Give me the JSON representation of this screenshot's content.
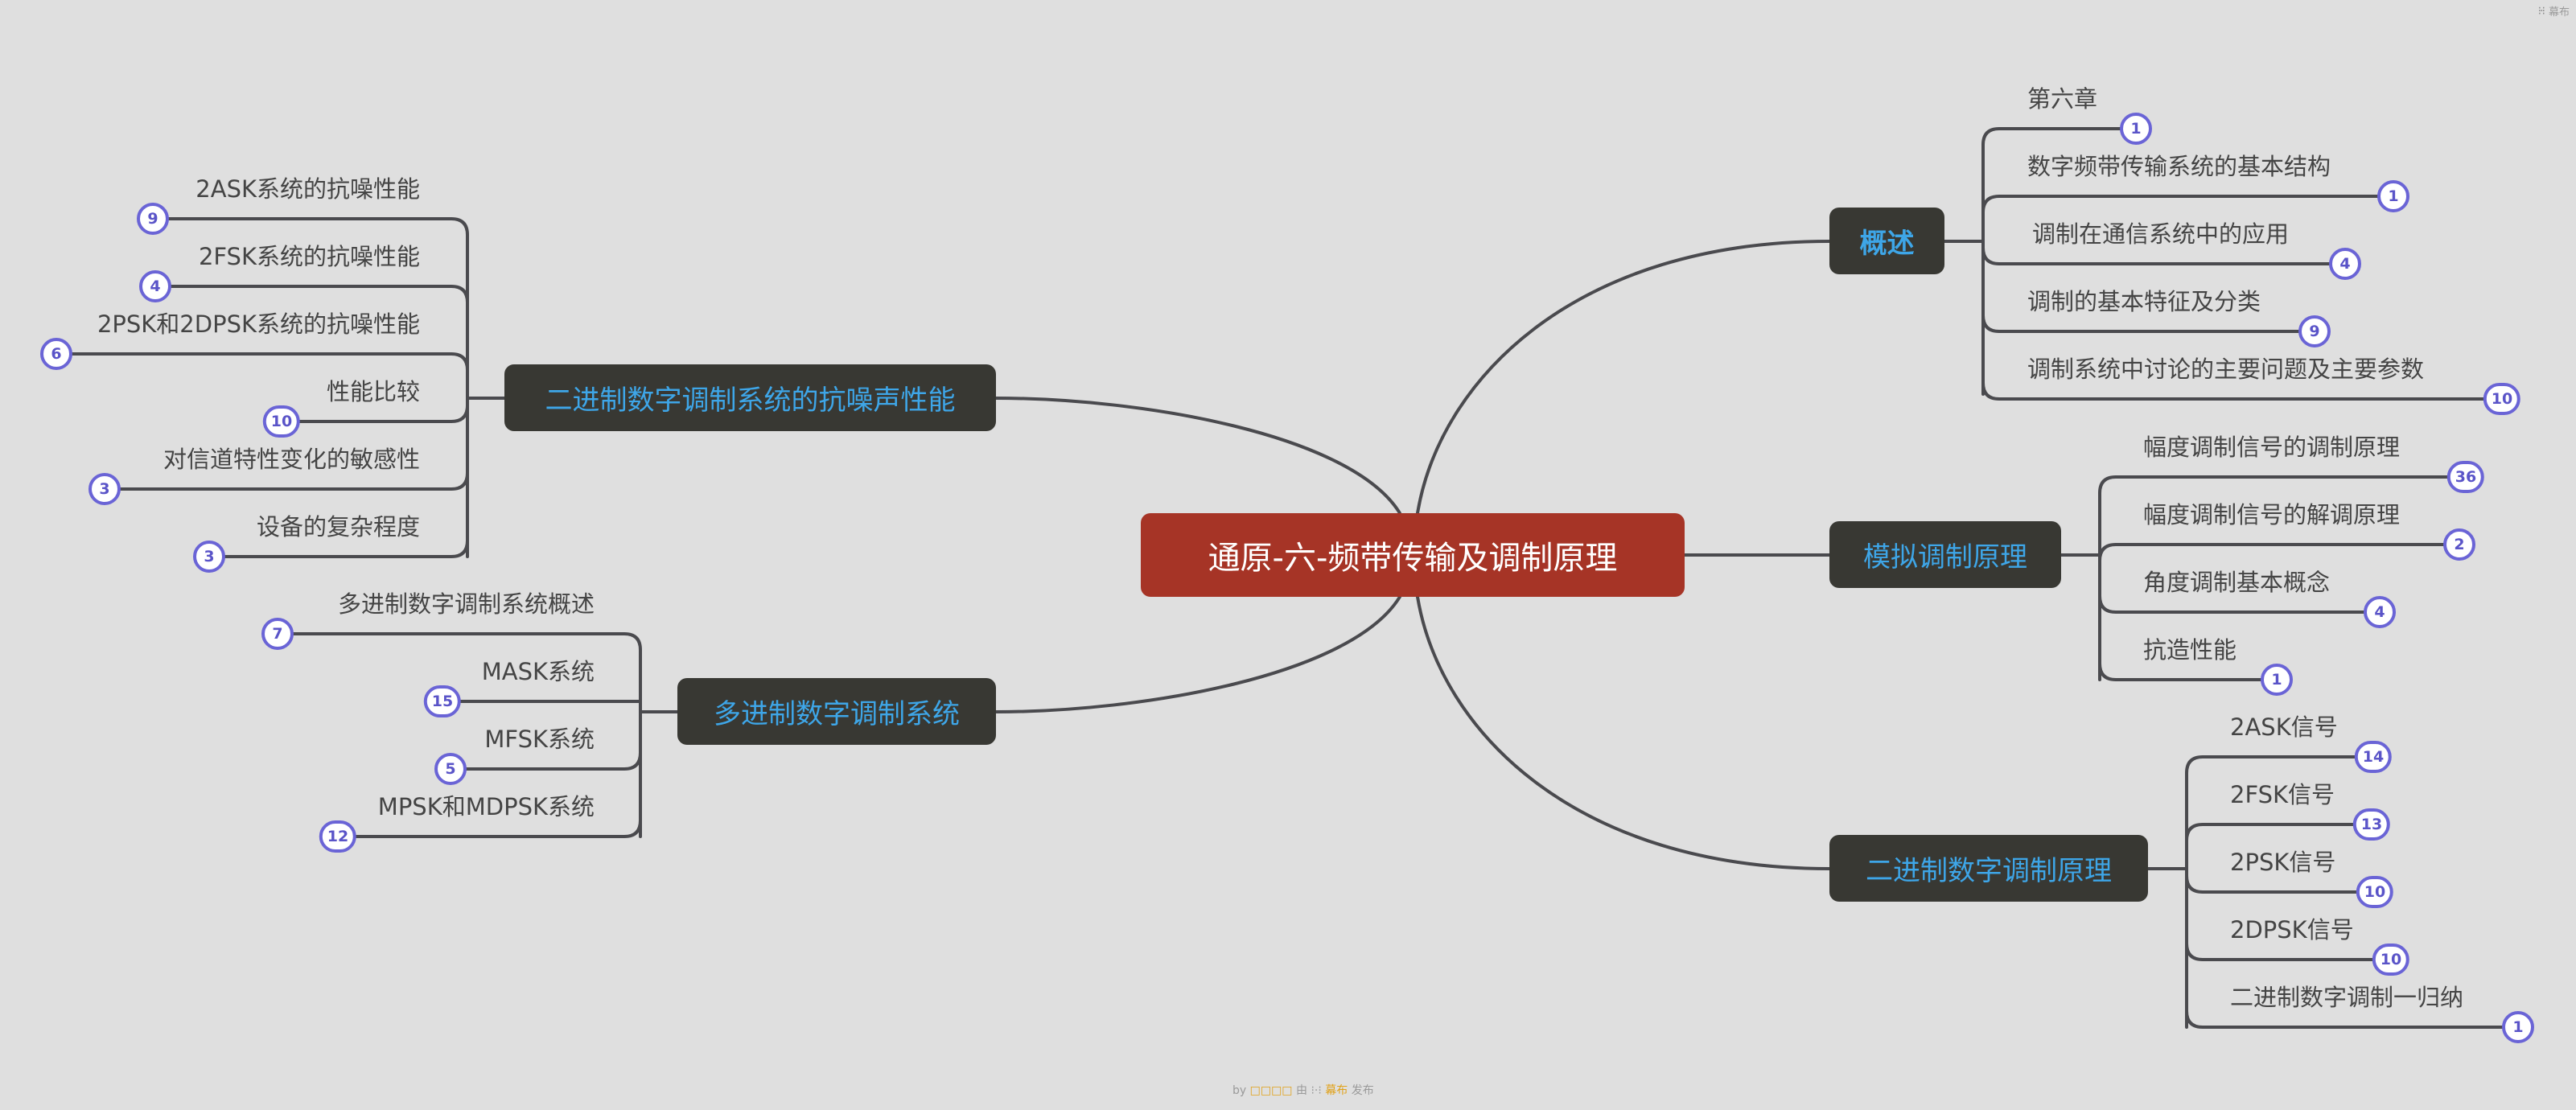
{
  "colors": {
    "background": "#dfdfdf",
    "root_fill": "#a63426",
    "root_text": "#ffffff",
    "branch_fill": "#383833",
    "branch_text": "#3ea6e8",
    "leaf_text": "#444444",
    "line": "#4a4a4e",
    "badge_border": "#6a64d6",
    "badge_text": "#5a54c8"
  },
  "root": {
    "label": "通原-六-频带传输及调制原理"
  },
  "branches": [
    {
      "id": "overview",
      "label": "概述",
      "side": "right",
      "children": [
        {
          "label": "第六章",
          "count": "1"
        },
        {
          "label": "数字频带传输系统的基本结构",
          "count": "1"
        },
        {
          "label": "调制在通信系统中的应用",
          "count": "4"
        },
        {
          "label": "调制的基本特征及分类",
          "count": "9"
        },
        {
          "label": "调制系统中讨论的主要问题及主要参数",
          "count": "10"
        }
      ]
    },
    {
      "id": "analog",
      "label": "模拟调制原理",
      "side": "right",
      "children": [
        {
          "label": "幅度调制信号的调制原理",
          "count": "36"
        },
        {
          "label": "幅度调制信号的解调原理",
          "count": "2"
        },
        {
          "label": "角度调制基本概念",
          "count": "4"
        },
        {
          "label": "抗造性能",
          "count": "1"
        }
      ]
    },
    {
      "id": "binary",
      "label": "二进制数字调制原理",
      "side": "right",
      "children": [
        {
          "label": "2ASK信号",
          "count": "14"
        },
        {
          "label": "2FSK信号",
          "count": "13"
        },
        {
          "label": "2PSK信号",
          "count": "10"
        },
        {
          "label": "2DPSK信号",
          "count": "10"
        },
        {
          "label": "二进制数字调制一归纳",
          "count": "1"
        }
      ]
    },
    {
      "id": "noise",
      "label": "二进制数字调制系统的抗噪声性能",
      "side": "left",
      "children": [
        {
          "label": "2ASK系统的抗噪性能",
          "count": "9"
        },
        {
          "label": "2FSK系统的抗噪性能",
          "count": "4"
        },
        {
          "label": "2PSK和2DPSK系统的抗噪性能",
          "count": "6"
        },
        {
          "label": "性能比较",
          "count": "10"
        },
        {
          "label": "对信道特性变化的敏感性",
          "count": "3"
        },
        {
          "label": "设备的复杂程度",
          "count": "3"
        }
      ]
    },
    {
      "id": "mary",
      "label": "多进制数字调制系统",
      "side": "left",
      "children": [
        {
          "label": "多进制数字调制系统概述",
          "count": "7"
        },
        {
          "label": "MASK系统",
          "count": "15"
        },
        {
          "label": "MFSK系统",
          "count": "5"
        },
        {
          "label": "MPSK和MDPSK系统",
          "count": "12"
        }
      ]
    }
  ],
  "footer": {
    "by": "by",
    "author": "□□□□",
    "via": "由",
    "icon": "mubu-logo-icon",
    "brand": "幕布",
    "published": "发布"
  },
  "corner": {
    "icon": "mindmap-icon",
    "label": "幕布"
  }
}
